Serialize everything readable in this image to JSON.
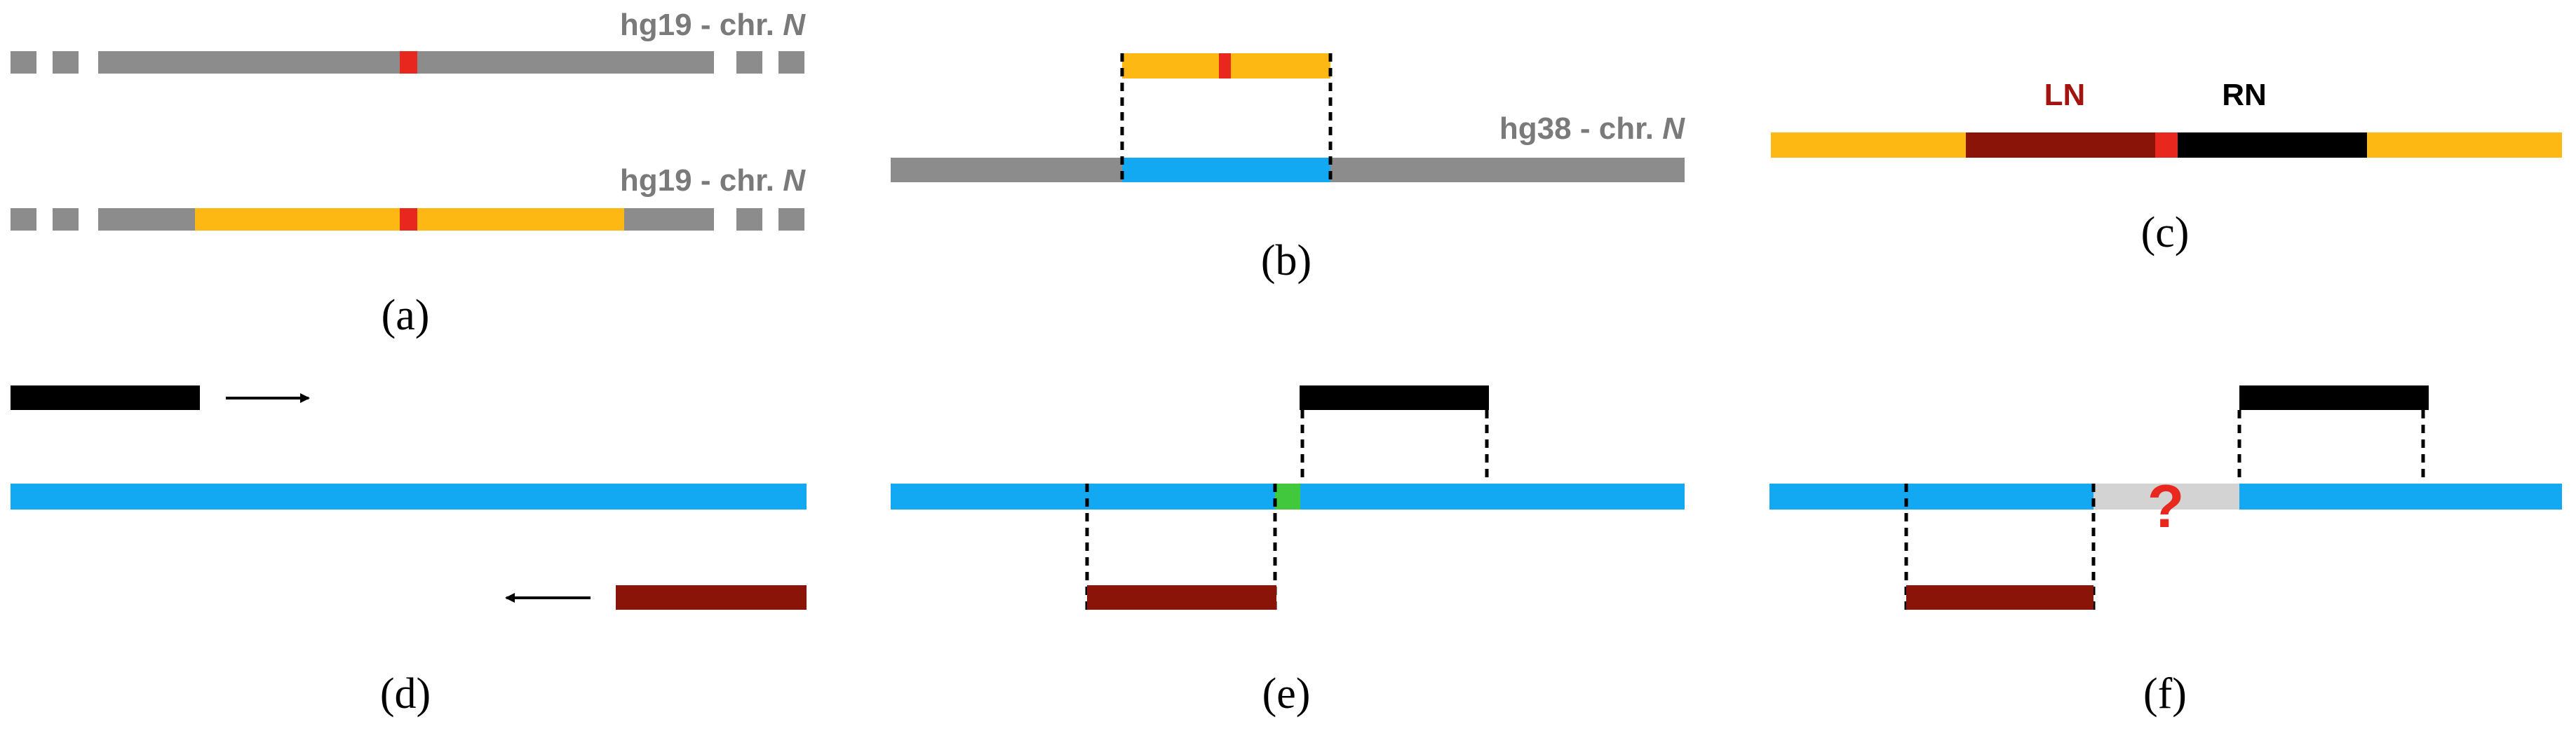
{
  "panels": {
    "a": {
      "caption": "(a)",
      "track_label_top": "hg19 - chr. N",
      "track_label_bottom": "hg19 - chr. N"
    },
    "b": {
      "caption": "(b)",
      "track_label": "hg38 - chr. N"
    },
    "c": {
      "caption": "(c)",
      "left_label": "LN",
      "right_label": "RN"
    },
    "d": {
      "caption": "(d)"
    },
    "e": {
      "caption": "(e)"
    },
    "f": {
      "caption": "(f)",
      "unknown_mark": "?"
    }
  },
  "colors": {
    "gray": "#8C8C8C",
    "orange": "#FDB813",
    "red": "#E8281E",
    "blue": "#13A9F2",
    "darkred": "#8B1409",
    "black": "#000000",
    "green": "#41C83C",
    "lightgray": "#D3D3D3",
    "question": "#E8281E",
    "ln_text": "#A31410",
    "label_gray": "#7A7A7A"
  }
}
